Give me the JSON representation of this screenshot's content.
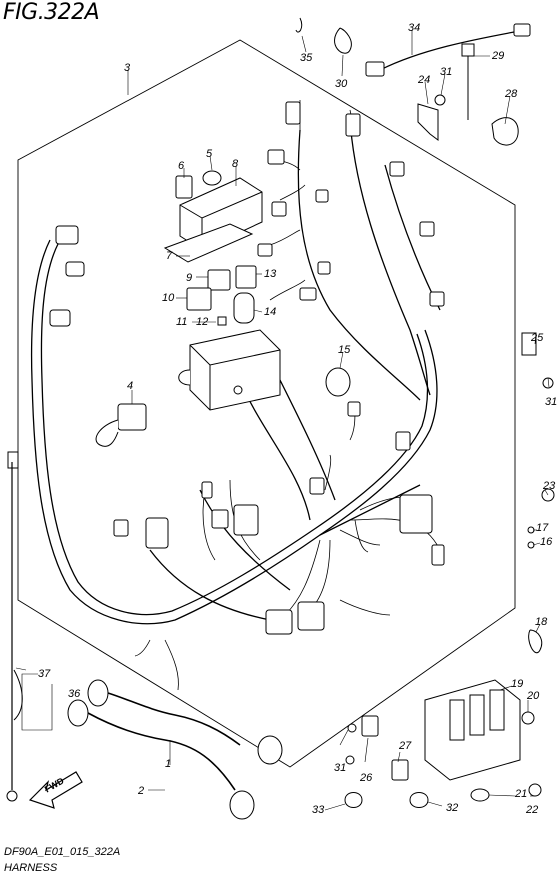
{
  "figure": {
    "title": "FIG.322A",
    "code": "DF90A_E01_015_322A",
    "caption": "HARNESS"
  },
  "callouts": [
    "1",
    "2",
    "3",
    "4",
    "5",
    "6",
    "7",
    "8",
    "9",
    "10",
    "11",
    "12",
    "13",
    "14",
    "15",
    "16",
    "17",
    "18",
    "19",
    "20",
    "21",
    "22",
    "23",
    "24",
    "25",
    "26",
    "27",
    "28",
    "29",
    "30",
    "31",
    "32",
    "33",
    "34",
    "35",
    "36",
    "37"
  ],
  "direction_arrow": "FWD",
  "colors": {
    "ink": "#000000",
    "paper": "#ffffff"
  }
}
